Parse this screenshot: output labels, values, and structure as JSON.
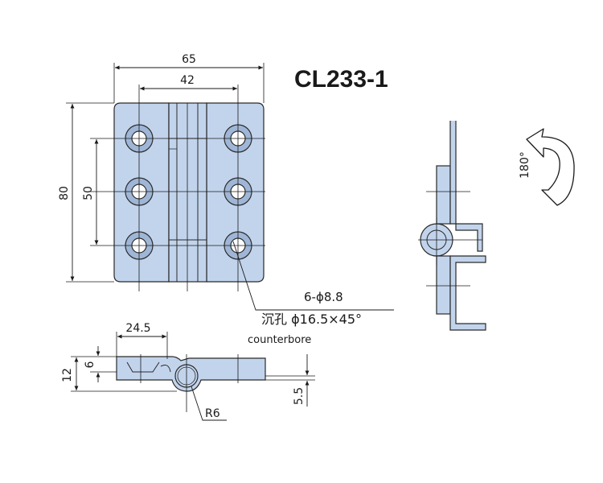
{
  "title": "CL233-1",
  "colors": {
    "part_fill": "#c2d4ec",
    "part_stroke": "#2a2a2a",
    "hole_fill": "#ffffff",
    "line": "#1a1a1a",
    "text": "#1a1a1a"
  },
  "front_view": {
    "dim_width": "65",
    "dim_hole_spacing_h": "42",
    "dim_height": "80",
    "dim_hole_spacing_v": "50"
  },
  "callout": {
    "holes": "6-ϕ8.8",
    "countersink": "沉孔 ϕ16.5×45°",
    "countersink_en": "counterbore"
  },
  "bottom_view": {
    "dim_offset": "24.5",
    "dim_thickness_total": "12",
    "dim_thickness_leaf": "6",
    "dim_pin_offset": "5.5",
    "radius": "R6"
  },
  "side_view": {
    "rotation": "180°",
    "rotation_icon": "curved-arrow-icon"
  }
}
